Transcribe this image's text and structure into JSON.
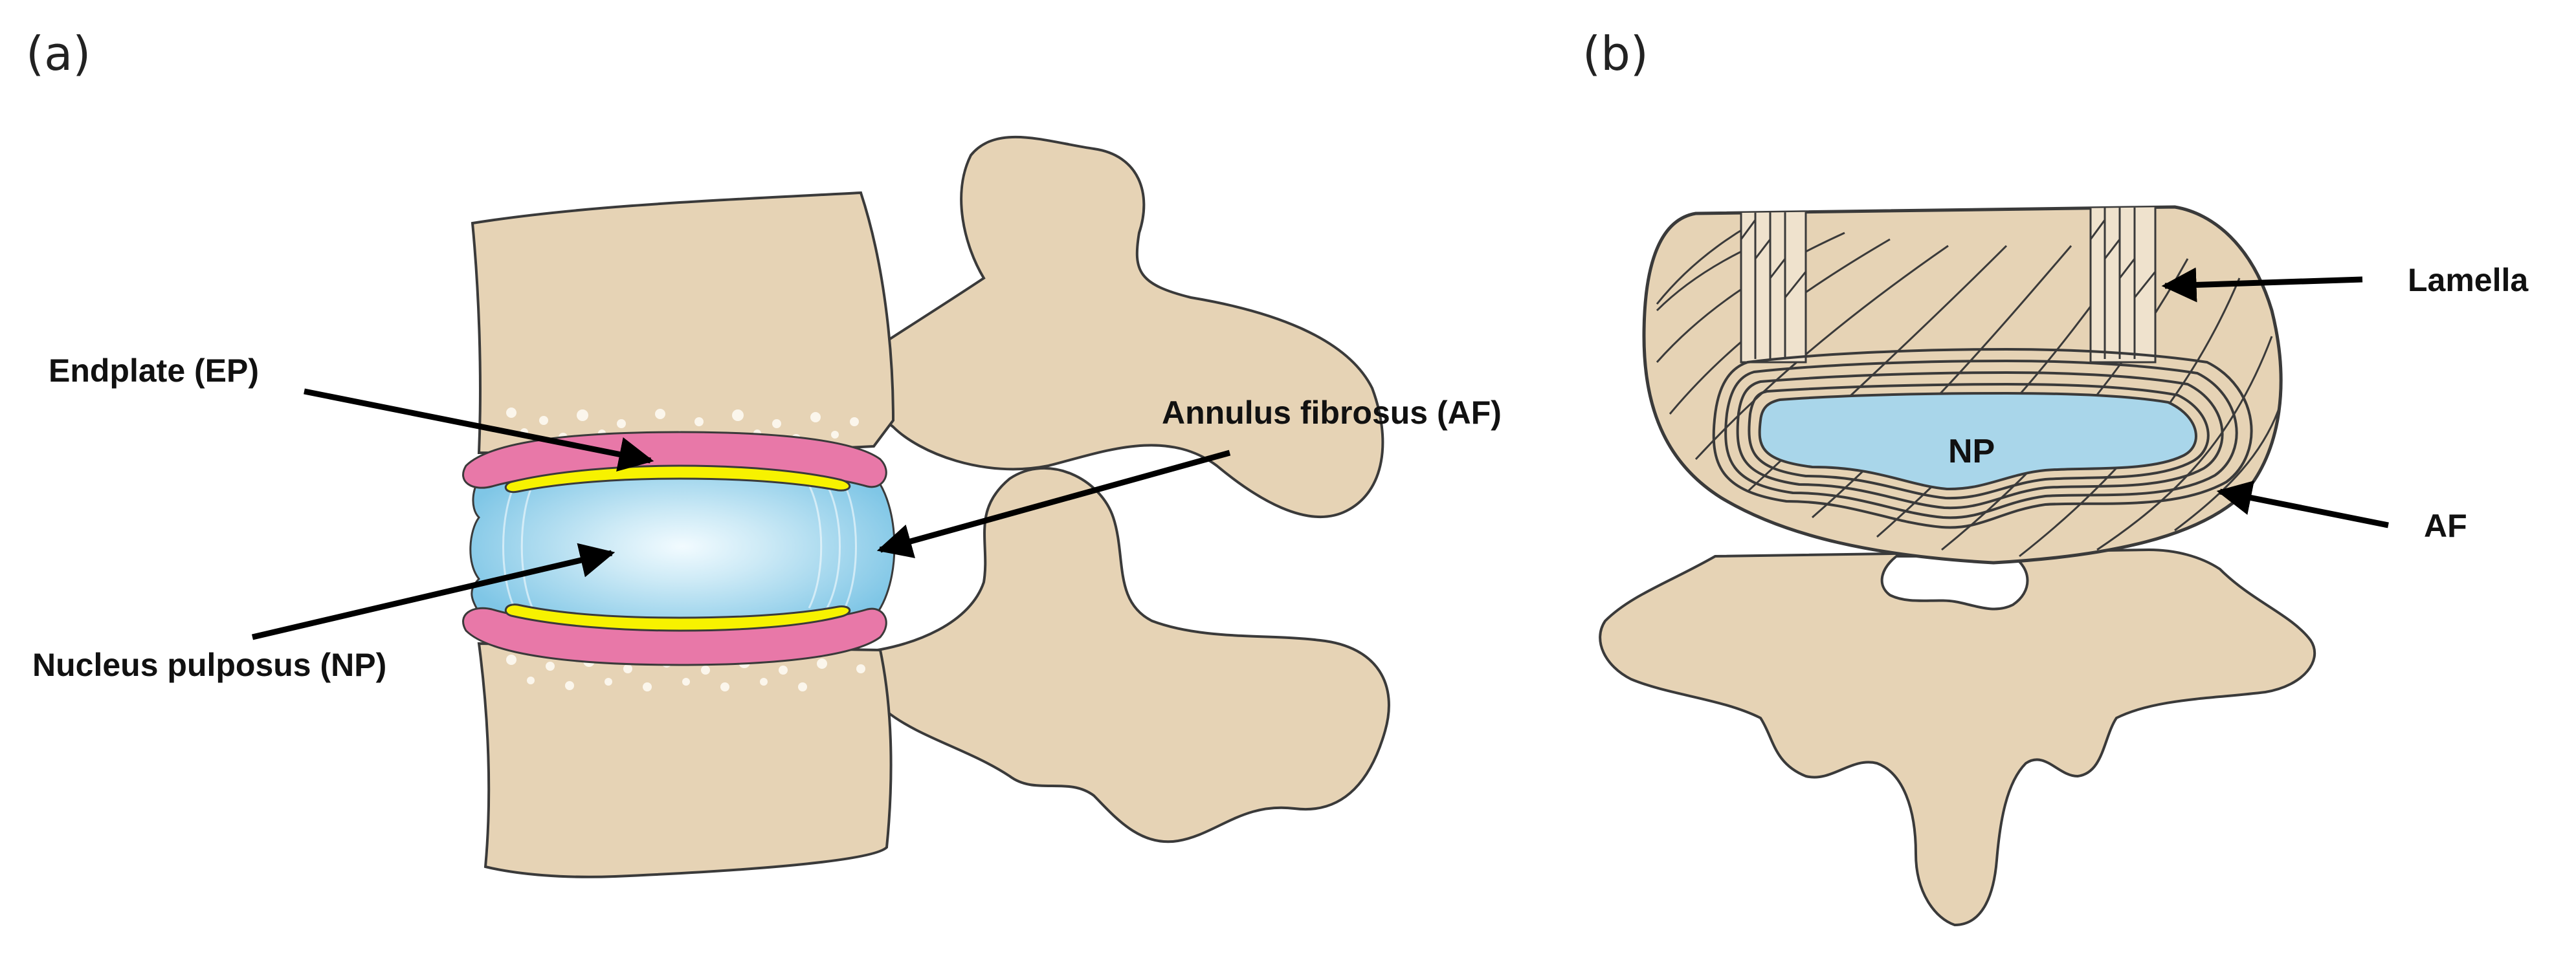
{
  "panels": {
    "a": {
      "tag": "(a)"
    },
    "b": {
      "tag": "(b)"
    }
  },
  "labels": {
    "endplate": "Endplate (EP)",
    "annulus": "Annulus fibrosus (AF)",
    "nucleus": "Nucleus pulposus (NP)",
    "lamella": "Lamella",
    "af": "AF",
    "np": "NP"
  },
  "colors": {
    "bone": "#e6d3b5",
    "endplate_pink": "#e878a8",
    "cartilage_yellow": "#f7f200",
    "nucleus_blue": "#a9d6ea",
    "outline": "#3a3a3a"
  }
}
